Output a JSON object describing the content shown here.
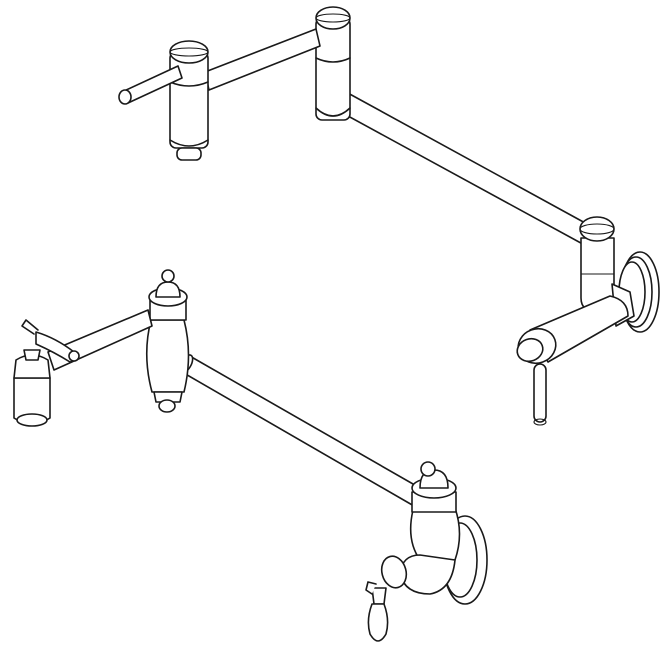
{
  "figure": {
    "items": [
      {
        "id": "modern-pot-filler",
        "kind": "line drawing"
      },
      {
        "id": "traditional-pot-filler",
        "kind": "line drawing"
      }
    ]
  },
  "colors": {
    "background": "#ffffff",
    "line": "#1a1a1a"
  }
}
